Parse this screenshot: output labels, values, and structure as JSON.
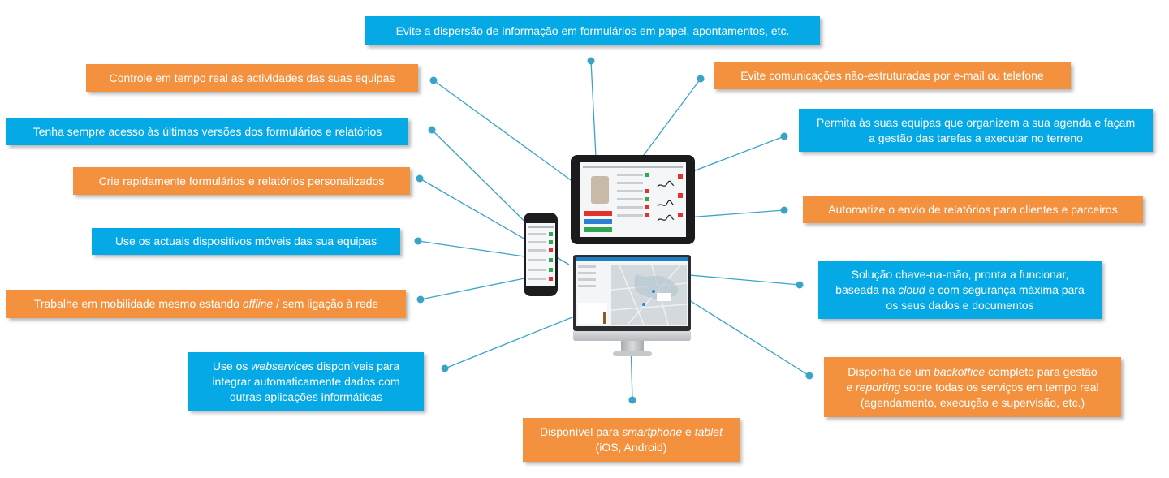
{
  "colors": {
    "blue": "#05a9e6",
    "orange": "#f4913f",
    "connector": "#3aa3c8"
  },
  "boxes": {
    "dispersao": {
      "lines": [
        [
          "Evite a dispersão de informação em formulários em papel, apontamentos, etc."
        ]
      ]
    },
    "tempo_real": {
      "lines": [
        [
          "Controle em tempo real as actividades das suas equipas"
        ]
      ]
    },
    "comunicacoes": {
      "lines": [
        [
          "Evite comunicações não-estruturadas por e-mail ou telefone"
        ]
      ]
    },
    "versoes": {
      "lines": [
        [
          "Tenha sempre acesso às últimas versões dos formulários e relatórios"
        ]
      ]
    },
    "agenda": {
      "lines": [
        [
          "Permita às suas equipas que organizem a sua agenda e façam"
        ],
        [
          "a gestão das tarefas a executar no terreno"
        ]
      ]
    },
    "formularios": {
      "lines": [
        [
          "Crie rapidamente formulários e relatórios personalizados"
        ]
      ]
    },
    "automatize": {
      "lines": [
        [
          "Automatize o envio de relatórios para clientes e parceiros"
        ]
      ]
    },
    "dispositivos": {
      "lines": [
        [
          "Use os actuais dispositivos móveis das sua equipas"
        ]
      ]
    },
    "solucao": {
      "lines": [
        [
          "Solução chave-na-mão, pronta a funcionar,"
        ],
        [
          "baseada na ",
          "cloud",
          " e com segurança máxima para"
        ],
        [
          "os seus dados e documentos"
        ]
      ]
    },
    "offline": {
      "lines": [
        [
          "Trabalhe em mobilidade mesmo estando ",
          "offline",
          " / sem ligação à rede"
        ]
      ]
    },
    "webservices": {
      "lines": [
        [
          "Use os ",
          "webservices",
          " disponíveis para"
        ],
        [
          "integrar automaticamente dados com"
        ],
        [
          "outras aplicações informáticas"
        ]
      ]
    },
    "backoffice": {
      "lines": [
        [
          "Disponha de um ",
          "backoffice",
          " completo para gestão"
        ],
        [
          "e ",
          "reporting",
          " sobre todas os serviços em tempo real"
        ],
        [
          "(agendamento, execução e supervisão, etc.)"
        ]
      ]
    },
    "disponivel": {
      "lines": [
        [
          "Disponível para ",
          "smartphone",
          " e ",
          "tablet"
        ],
        [
          "(iOS, Android)"
        ]
      ]
    }
  }
}
